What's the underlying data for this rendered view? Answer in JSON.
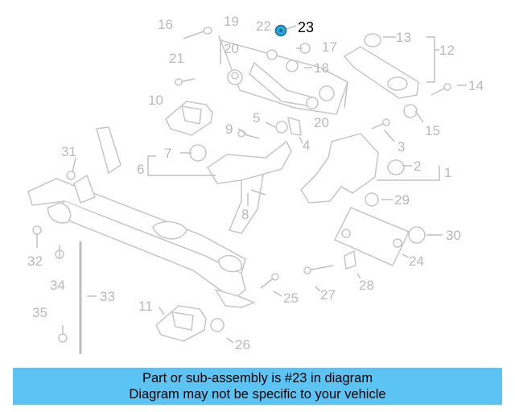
{
  "callouts": {
    "c1": "1",
    "c2": "2",
    "c3": "3",
    "c4": "4",
    "c5": "5",
    "c6": "6",
    "c7": "7",
    "c8": "8",
    "c9": "9",
    "c10": "10",
    "c11": "11",
    "c12": "12",
    "c13": "13",
    "c14": "14",
    "c15": "15",
    "c16": "16",
    "c17": "17",
    "c18": "18",
    "c19": "19",
    "c20a": "20",
    "c20b": "20",
    "c21": "21",
    "c22": "22",
    "c23": "23",
    "c24": "24",
    "c25": "25",
    "c26": "26",
    "c27": "27",
    "c28": "28",
    "c29": "29",
    "c30": "30",
    "c31": "31",
    "c32": "32",
    "c33": "33",
    "c34": "34",
    "c35": "35"
  },
  "highlight": {
    "part": "23",
    "color": "#29a8e0"
  },
  "banner": {
    "line1": "Part or sub-assembly is #23 in diagram",
    "line2": "Diagram may not be specific to your vehicle",
    "bg": "#5bc4f5"
  }
}
